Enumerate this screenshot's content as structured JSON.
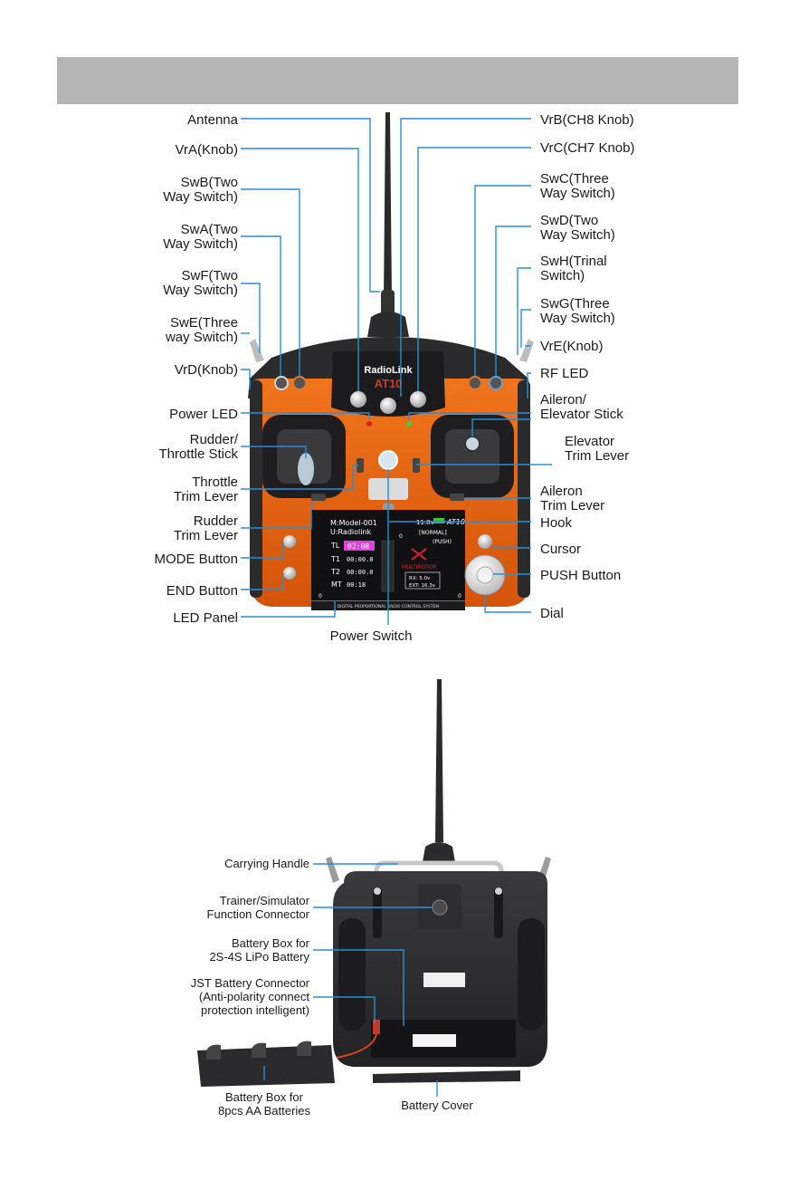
{
  "front_labels": {
    "antenna": "Antenna",
    "vra": "VrA(Knob)",
    "swb_1": "SwB(Two",
    "swb_2": "Way Switch)",
    "swa_1": "SwA(Two",
    "swa_2": "Way Switch)",
    "swf_1": "SwF(Two",
    "swf_2": "Way Switch)",
    "swe_1": "SwE(Three",
    "swe_2": "way Switch)",
    "vrd": "VrD(Knob)",
    "power_led": "Power LED",
    "rudder_1": "Rudder/",
    "rudder_2": "Throttle Stick",
    "throttle_trim_1": "Throttle",
    "throttle_trim_2": "Trim Lever",
    "rudder_trim_1": "Rudder",
    "rudder_trim_2": "Trim Lever",
    "mode_button": "MODE Button",
    "end_button": "END Button",
    "led_panel": "LED Panel",
    "power_switch": "Power Switch",
    "vrb": "VrB(CH8 Knob)",
    "vrc": "VrC(CH7 Knob)",
    "swc_1": "SwC(Three",
    "swc_2": "Way Switch)",
    "swd_1": "SwD(Two",
    "swd_2": "Way Switch)",
    "swh_1": "SwH(Trinal",
    "swh_2": "Switch)",
    "swg_1": "SwG(Three",
    "swg_2": "Way Switch)",
    "vre": "VrE(Knob)",
    "rf_led": "RF LED",
    "aileron_stick_1": "Aileron/",
    "aileron_stick_2": "Elevator Stick",
    "elevator_trim_1": "Elevator",
    "elevator_trim_2": "Trim Lever",
    "aileron_trim_1": "Aileron",
    "aileron_trim_2": "Trim Lever",
    "hook": "Hook",
    "cursor": "Cursor",
    "push_button": "PUSH Button",
    "dial": "Dial"
  },
  "back_labels": {
    "handle": "Carrying Handle",
    "trainer_1": "Trainer/Simulator",
    "trainer_2": "Function Connector",
    "lipo_1": "Battery Box for",
    "lipo_2": "2S-4S LiPo Battery",
    "jst_1": "JST Battery Connector",
    "jst_2": "(Anti-polarity connect",
    "jst_3": "protection intelligent)",
    "aa_1": "Battery Box for",
    "aa_2": "8pcs AA Batteries",
    "cover": "Battery Cover"
  },
  "device": {
    "brand": "RadioLink",
    "model": "AT10",
    "bottom_text": "DIGITAL PROPORTIONAL RADIO CONTROL SYSTEM"
  },
  "screen": {
    "model_line": "M:Model-001",
    "user_line": "U:Radiolink",
    "voltage": "11.8v",
    "brand": "AT10",
    "mode": "[NORMAL]",
    "push": "(PUSH)",
    "tl_label": "TL",
    "tl_value": "02:08",
    "t1_label": "T1",
    "t1_value": "00:00.0",
    "t2_label": "T2",
    "t2_value": "00:00.0",
    "mt_label": "MT",
    "mt_value": "00:18",
    "multirotor": "MULTIROTOR",
    "rx": "RX: 5.0v",
    "ext": "EXT: 16.3v",
    "zero_left": "0",
    "zero_right": "0",
    "zero_mid": "0"
  },
  "colors": {
    "orange": "#e8650f",
    "dark_body": "#2b2b2d",
    "leader": "#2a8fd6",
    "header_bar": "#b5b5b5"
  }
}
